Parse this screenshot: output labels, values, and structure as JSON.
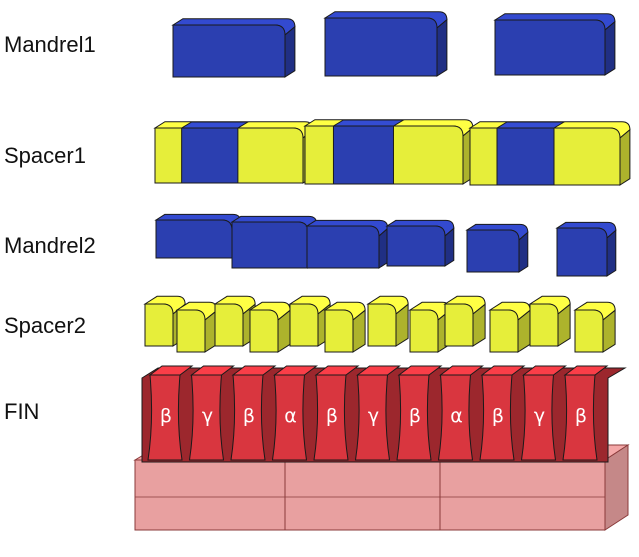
{
  "labels": {
    "mandrel1": "Mandrel1",
    "spacer1": "Spacer1",
    "mandrel2": "Mandrel2",
    "spacer2": "Spacer2",
    "fin": "FIN"
  },
  "fin_symbols": [
    "β",
    "γ",
    "β",
    "α",
    "β",
    "γ",
    "β",
    "α",
    "β",
    "γ",
    "β"
  ],
  "colors": {
    "mandrel": "#2b3fb0",
    "spacer": "#e6ee3a",
    "fin": "#d9363f",
    "substrate": "#e8a0a0",
    "outline": "#1a1a1a"
  }
}
